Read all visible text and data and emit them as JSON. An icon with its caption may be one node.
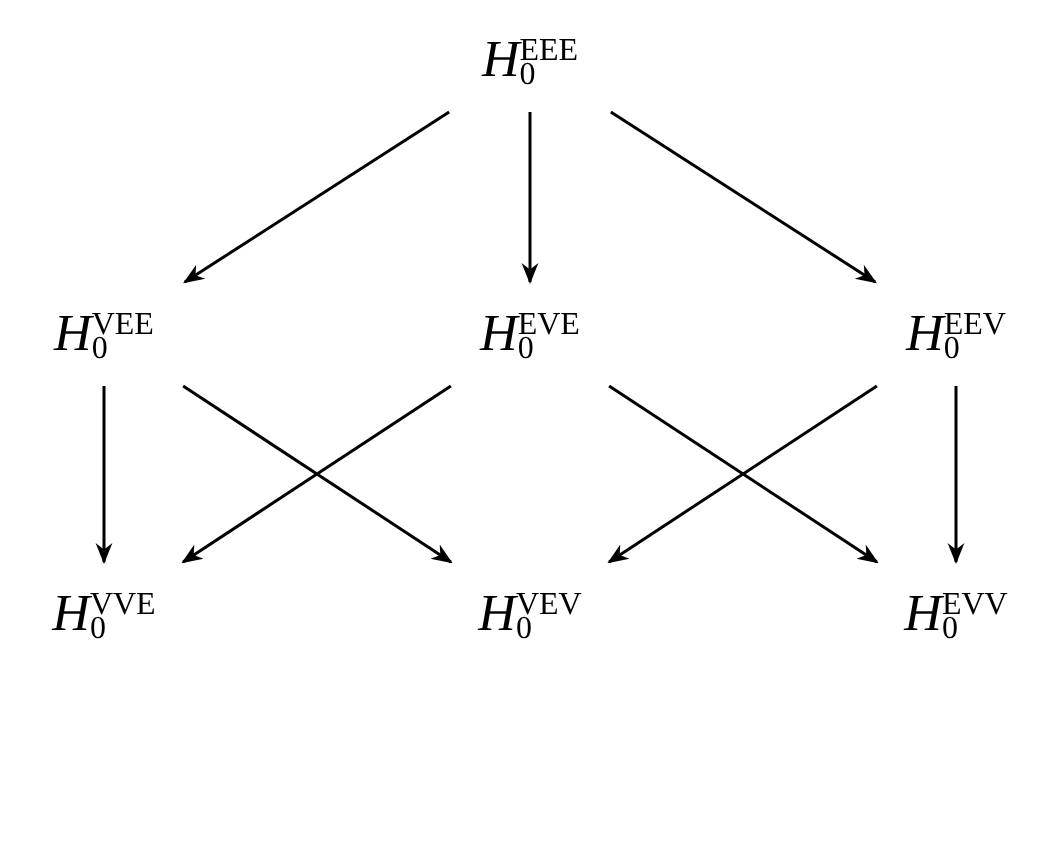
{
  "diagram": {
    "nodes": [
      {
        "text": [
          "*H*$_{0}$$^{EEE}$"
        ]
      },
      {
        "text": [
          "*H*$_{0}$$^{VEE}$"
        ]
      },
      {
        "text": [
          "*H*$_{0}$$^{EVE}$"
        ]
      },
      {
        "text": [
          "*H*$_{0}$$^{EEV}$"
        ]
      },
      {
        "text": [
          "*H*$_{0}$$^{VVE}$"
        ]
      },
      {
        "text": [
          "*H*$_{0}$$^{VEV}$"
        ]
      },
      {
        "text": [
          "*H*$_{0}$$^{EVV}$"
        ]
      }
    ],
    "edges": [
      {
        "from": 0,
        "to": 1,
        "arrow": "to"
      },
      {
        "from": 0,
        "to": 2,
        "arrow": "to"
      },
      {
        "from": 0,
        "to": 3,
        "arrow": "to"
      },
      {
        "from": 1,
        "to": 4,
        "arrow": "to"
      },
      {
        "from": 1,
        "to": 5,
        "arrow": "to"
      },
      {
        "from": 2,
        "to": 4,
        "arrow": "to"
      },
      {
        "from": 2,
        "to": 6,
        "arrow": "to"
      },
      {
        "from": 3,
        "to": 5,
        "arrow": "to"
      },
      {
        "from": 3,
        "to": 6,
        "arrow": "to"
      }
    ]
  }
}
